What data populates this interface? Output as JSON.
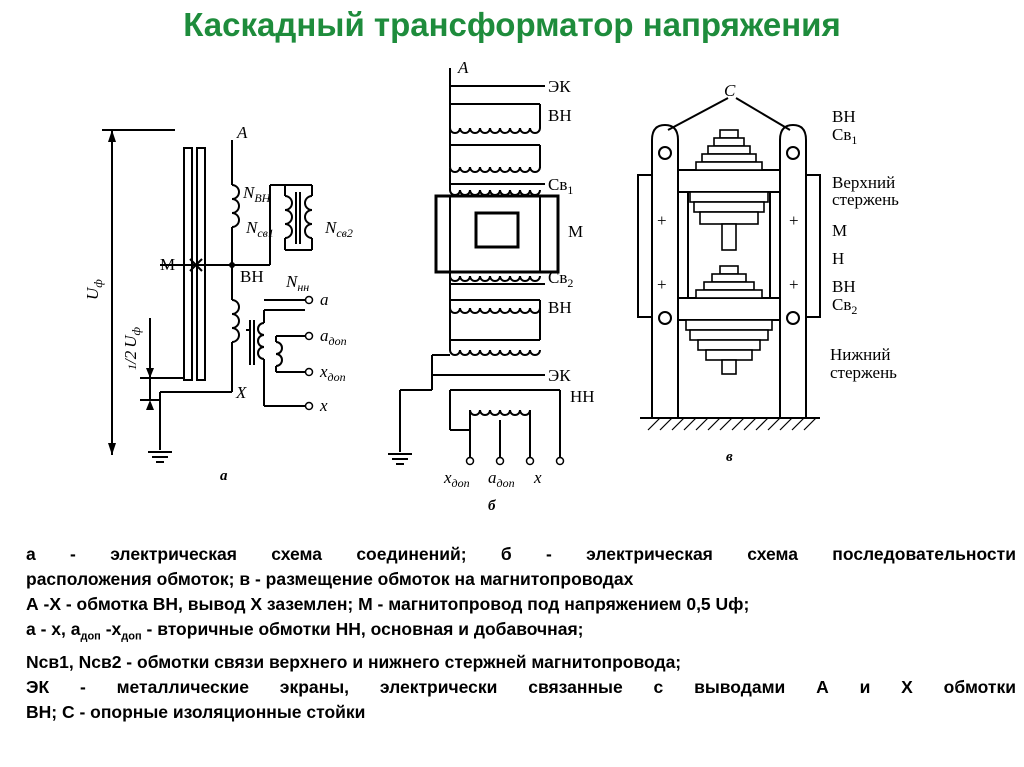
{
  "title": "Каскадный трансформатор напряжения",
  "figure": {
    "a": {
      "caption": "а",
      "label_A": "A",
      "label_M": "М",
      "label_VN": "ВН",
      "label_X": "X",
      "label_N": "N",
      "sub_vn": "ВН",
      "sub_sv1": "св1",
      "sub_sv2": "св2",
      "sub_nn": "нн",
      "sub_dop": "доп",
      "label_a": "a",
      "label_x": "x",
      "label_U": "U",
      "sub_f": "ф",
      "label_half_num": "1",
      "label_half_den": "/2"
    },
    "b": {
      "caption": "б",
      "label_A": "A",
      "label_EK_top": "ЭК",
      "label_VN_top": "ВН",
      "label_Sv": "Св",
      "sub_1": "1",
      "sub_2": "2",
      "label_M": "М",
      "label_VN_bottom": "ВН",
      "label_EK_bottom": "ЭК",
      "label_NN": "НН",
      "label_x": "x",
      "label_a": "a",
      "sub_dop": "доп"
    },
    "v": {
      "caption": "в",
      "label_C": "C",
      "label_VN1": "ВН",
      "label_Sv1": "Св",
      "sub_1": "1",
      "label_upper_1": "Верхний",
      "label_upper_2": "стержень",
      "label_M": "М",
      "label_H": "Н",
      "label_VN2": "ВН",
      "label_Sv2": "Св",
      "sub_2": "2",
      "label_lower_1": "Нижний",
      "label_lower_2": "стержень",
      "plus": "+"
    }
  },
  "description": {
    "l1": "а - электрическая схема соединений; б - электрическая схема последовательности",
    "l2": "расположения обмоток; в - размещение обмоток на магнитопроводах",
    "l3": "А -Х - обмотка ВН, вывод Х заземлен; М - магнитопровод под напряжением 0,5 Uф;",
    "l4_a": "а - х, а",
    "l4_sub1": "доп",
    "l4_b": " -х",
    "l4_sub2": "доп",
    "l4_c": " - вторичные обмотки НН, основная и добавочная;",
    "l5": "Nсв1, Nсв2 - обмотки связи верхнего и нижнего стержней магнитопровода;",
    "l6": "ЭК - металлические экраны, электрически связанные с выводами А и Х обмотки",
    "l7": "ВН;  С - опорные изоляционные стойки"
  }
}
